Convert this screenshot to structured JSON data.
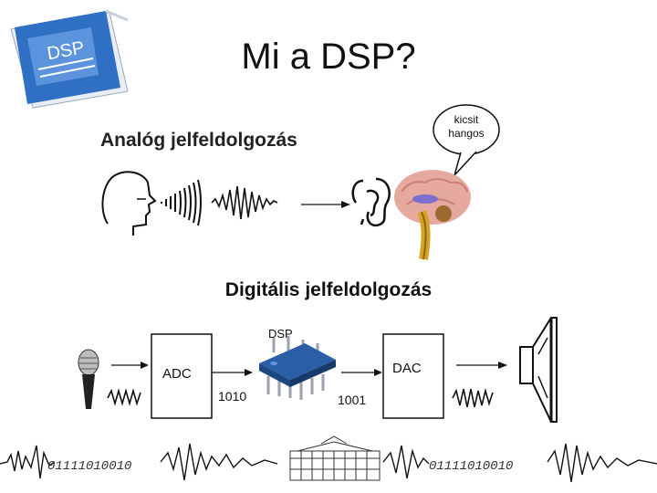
{
  "title": "Mi a DSP?",
  "analog": {
    "heading": "Analóg jelfeldolgozás",
    "bubble_line1": "kicsit",
    "bubble_line2": "hangos"
  },
  "digital": {
    "heading": "Digitális jelfeldolgozás",
    "dsp_label": "DSP",
    "adc_label": "ADC",
    "dac_label": "DAC",
    "bits_in": "1010",
    "bits_out": "1001",
    "footer_bits": "01111010010",
    "book_title": "DSP"
  },
  "colors": {
    "book": "#2f6fc4",
    "chip": "#2a5fa8",
    "brain": "#e6a9a0",
    "spine": "#d4a321"
  }
}
